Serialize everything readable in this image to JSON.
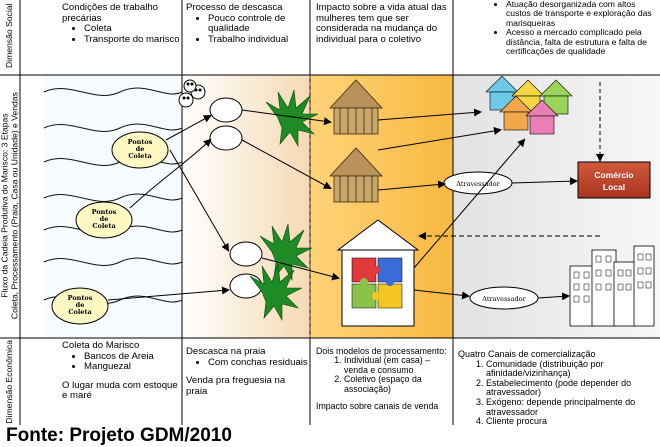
{
  "row_labels": {
    "social": "Dimensão Social",
    "flow_line1": "Fluxo da Cadeia Produtiva do Marisco: 3 Etapas",
    "flow_line2": "Coleta, Processamento (Praia, Casa ou Unidade) e Vendas",
    "economic": "Dimensão Econômica"
  },
  "social": {
    "col1": {
      "title": "Condições de trabalho precárias",
      "items": [
        "Coleta",
        "Transporte do marisco"
      ]
    },
    "col2": {
      "title": "Processo de descasca",
      "items": [
        "Pouco controle de qualidade",
        "Trabalho individual"
      ]
    },
    "col3": {
      "text": "Impacto sobre a vida atual das mulheres tem que ser considerada na mudança do individual para o coletivo"
    },
    "col4": {
      "items": [
        "Atuação desorganizada com altos custos de transporte e exploração das marisqueiras",
        "Acesso a mercado complicado pela distância, falta de estrutura e falta de certificações de qualidade"
      ]
    }
  },
  "flow": {
    "collection_point": [
      "Pontos",
      "de",
      "Coleta"
    ],
    "middleman": "Atravessador",
    "local_commerce": [
      "Comércio",
      "Local"
    ]
  },
  "economic": {
    "col1": {
      "title": "Coleta do Marisco",
      "items": [
        "Bancos de Areia",
        "Manguezal"
      ],
      "note": "O lugar muda com estoque e maré"
    },
    "col2": {
      "title": "Descasca na praia",
      "items": [
        "Com conchas residuais"
      ],
      "note": "Venda pra freguesia na praia"
    },
    "col3": {
      "title": "Dois modelos de processamento:",
      "items": [
        "Individual (em casa) – venda e consumo",
        "Coletivo (espaço da associação)"
      ],
      "note": "Impacto sobre canais de venda"
    },
    "col4": {
      "title": "Quatro Canais de comercialização",
      "items": [
        "Comunidade (distribuição por afinidade/vizinhança)",
        "Estabelecimento (pode depender do atravessador)",
        "Exógeno: depende principalmente do atravessador",
        "Cliente procura"
      ]
    }
  },
  "footer": "Fonte: Projeto GDM/2010",
  "colors": {
    "process_bg": "#FAEAD2",
    "house_bg": "#FFC85A",
    "market_bg": "#E6E6E6",
    "commerce_box": "#C0452B",
    "sea_bg": "#F4FAFF"
  }
}
